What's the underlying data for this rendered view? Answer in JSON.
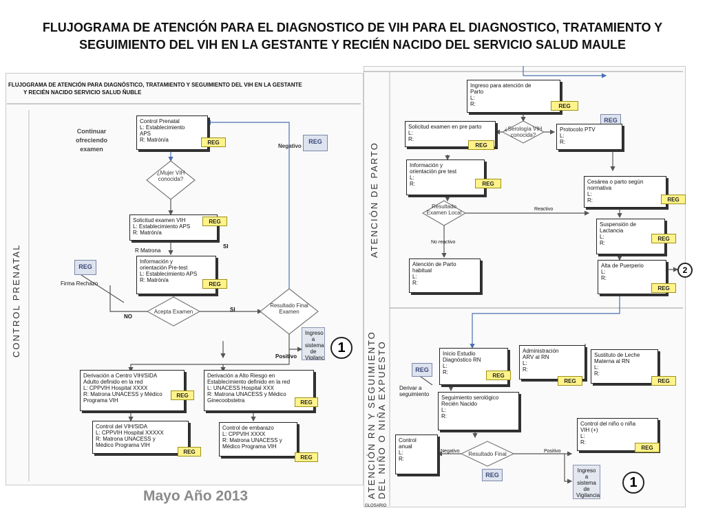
{
  "title": {
    "line1": "FLUJOGRAMA DE ATENCIÓN PARA EL DIAGNOSTICO DE VIH PARA EL DIAGNOSTICO, TRATAMIENTO Y",
    "line2": "SEGUIMIENTO DEL VIH EN LA GESTANTE Y RECIÉN NACIDO DEL SERVICIO SALUD MAULE"
  },
  "left": {
    "header_line1": "FLUJOGRAMA DE ATENCIÓN PARA DIAGNÓSTICO, TRATAMIENTO Y SEGUIMIENTO DEL VIH EN LA GESTANTE",
    "header_line2": "Y RECIÉN NACIDO SERVICIO SALUD ÑUBLE",
    "section": "CONTROL PRENATAL",
    "continuar": "Continuar ofreciendo examen",
    "negativo": "Negativo",
    "firma": "Firma Rechazo",
    "no": "NO",
    "si1": "SI",
    "si2": "SI",
    "r_matrona": "R Matrona",
    "positivo": "Positivo",
    "d_mujer": "¿Mujer VIH conocida?",
    "d_acepta": "Acepta Examen",
    "d_resultado": "Resultado Final Examen",
    "ingreso_vig": "Ingreso a sistema de Vigilancia",
    "reg": "REG",
    "boxes": {
      "control_prenatal": [
        "Control Prenatal",
        "L: Establecimiento",
        "APS",
        "R: Matrón/a"
      ],
      "solicitud": [
        "Solicitud examen VIH",
        "L: Establecimiento APS",
        "R: Matrón/a"
      ],
      "informacion": [
        "Información y",
        "orientación Pre-test",
        "L: Establecimiento APS",
        "R: Matrón/a"
      ],
      "derivacion_centro": [
        "Derivación a Centro VIH/SIDA",
        "Adulto definido en la red",
        "L: CPPVIH Hospital XXXX",
        "R: Matrona UNACESS y Médico",
        "Programa VIH"
      ],
      "derivacion_alto": [
        "Derivación a Alto Riesgo en",
        "Establecimiento definido en la red",
        "L: UNACESS Hospital XXX",
        "R: Matrona UNACESS y Médico",
        "Ginecoobstetra"
      ],
      "control_vih": [
        "Control del VIH/SIDA",
        "L: CPPVIH Hospital XXXXX",
        "R: Matrona UNACESS y",
        "Médico Programa VIH"
      ],
      "control_embarazo": [
        "Control de embarazo",
        "L: CPPVIH  XXXX",
        "R: Matrona UNACESS y",
        "Médico Programa VIH"
      ]
    }
  },
  "right": {
    "section_parto": "ATENCIÓN DE PARTO",
    "section_rn_1": "ATENCIÓN RN Y SEGUIMIENTO",
    "section_rn_2": "DEL NIÑO O NIÑA EXPUESTO",
    "d_serologia": "¿Serología VIH conocida?",
    "d_resultado_local": "Resultado Examen Local",
    "d_resultado_final": "Resultado Final",
    "reactivo": "Reactivo",
    "no_reactivo": "No reactivo",
    "negativo": "Negativo",
    "positivo": "Positivo",
    "derivar": "Derivar a seguimiento",
    "ingreso_vig": "Ingreso a sistema de Vigilancia",
    "circle_two": "2",
    "glosario": "GLOSARIO",
    "boxes": {
      "ingreso_parto": [
        "Ingreso para atención de",
        "Parto",
        "L:",
        "R:"
      ],
      "solicitud_preparto": [
        "Solicitud examen en pre parto",
        "L:",
        "R:"
      ],
      "protocolo": [
        "Protocolo PTV",
        "L:",
        "R:"
      ],
      "info_pretest": [
        "Información y",
        "orientación pre test",
        "L:",
        "R:"
      ],
      "cesarea": [
        "Cesárea o parto según",
        "normativa",
        "L:",
        "R:"
      ],
      "suspension": [
        "Suspensión de",
        "Lactancia",
        "L:",
        "R:"
      ],
      "atencion_parto": [
        "Atención de Parto",
        "habitual",
        "L:",
        "R:"
      ],
      "alta": [
        "Alta de Puerperio",
        "L:",
        "R:"
      ],
      "inicio_estudio": [
        "Inicio Estudio",
        "Diagnóstico RN",
        "L:",
        "R:"
      ],
      "administracion": [
        "Administración",
        "ARV al RN",
        "L:",
        "R:"
      ],
      "sustituto": [
        "Sustituto de Leche",
        "Materna al RN",
        "L:",
        "R:"
      ],
      "seguimiento": [
        "Seguimiento serológico",
        "Recién Nacido",
        "L:",
        "R:"
      ],
      "control_anual": [
        "Control",
        "anual",
        "L:",
        "R:"
      ],
      "control_nino": [
        "Control del niño o niña",
        "VIH (+)",
        "L:",
        "R:"
      ]
    }
  },
  "connector": "1",
  "footer": "Mayo Año 2013"
}
